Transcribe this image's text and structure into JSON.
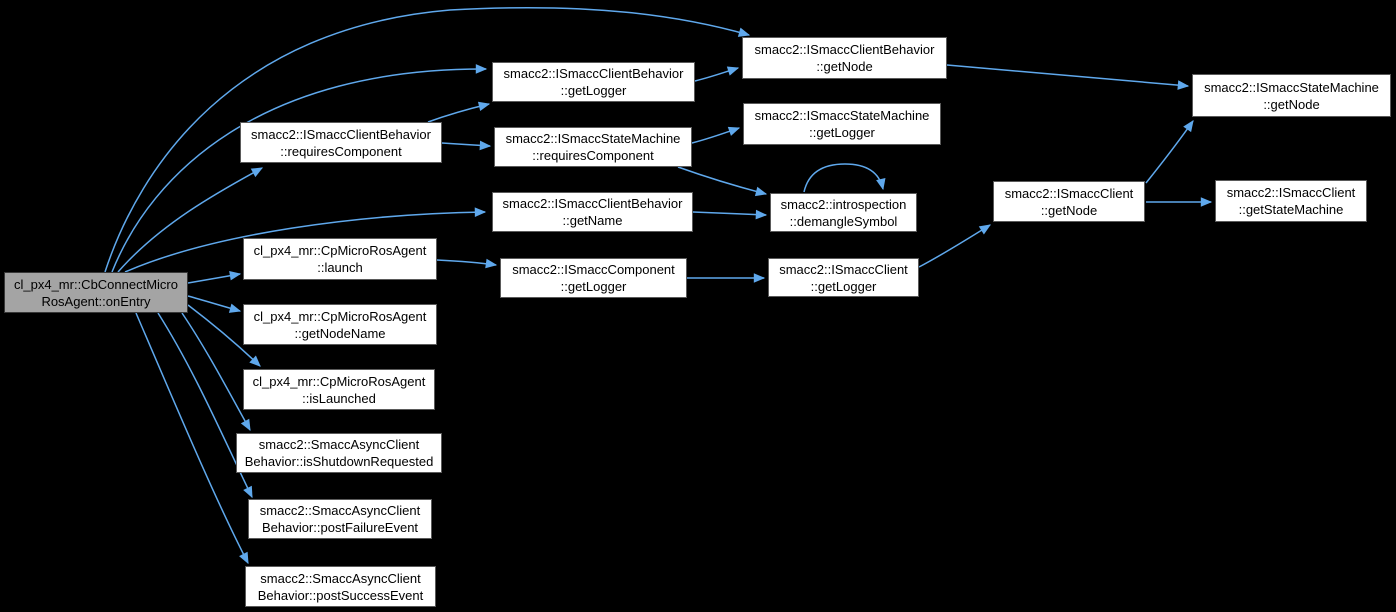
{
  "diagram": {
    "title": "cl_px4_mr::CbConnectMicroRosAgent::onEntry call graph",
    "type": "doxygen-call-graph",
    "colors": {
      "background": "#000000",
      "node_fill": "#ffffff",
      "node_border": "#5a5a5a",
      "root_fill": "#a4a4a4",
      "root_border": "#383838",
      "edge": "#5fa8ec",
      "text": "#000000"
    },
    "nodes": [
      {
        "id": "onEntry",
        "line1": "cl_px4_mr::CbConnectMicro",
        "line2": "RosAgent::onEntry",
        "root": true
      },
      {
        "id": "clientbehavior-requirescomponent",
        "line1": "smacc2::ISmaccClientBehavior",
        "line2": "::requiresComponent"
      },
      {
        "id": "cpmicrorosagent-launch",
        "line1": "cl_px4_mr::CpMicroRosAgent",
        "line2": "::launch"
      },
      {
        "id": "cpmicrorosagent-getnodename",
        "line1": "cl_px4_mr::CpMicroRosAgent",
        "line2": "::getNodeName"
      },
      {
        "id": "cpmicrorosagent-islaunched",
        "line1": "cl_px4_mr::CpMicroRosAgent",
        "line2": "::isLaunched"
      },
      {
        "id": "asyncclient-isshutdownrequested",
        "line1": "smacc2::SmaccAsyncClient",
        "line2": "Behavior::isShutdownRequested"
      },
      {
        "id": "asyncclient-postfailureevent",
        "line1": "smacc2::SmaccAsyncClient",
        "line2": "Behavior::postFailureEvent"
      },
      {
        "id": "asyncclient-postsuccessevent",
        "line1": "smacc2::SmaccAsyncClient",
        "line2": "Behavior::postSuccessEvent"
      },
      {
        "id": "clientbehavior-getlogger",
        "line1": "smacc2::ISmaccClientBehavior",
        "line2": "::getLogger"
      },
      {
        "id": "statemachine-requirescomponent",
        "line1": "smacc2::ISmaccStateMachine",
        "line2": "::requiresComponent"
      },
      {
        "id": "clientbehavior-getname",
        "line1": "smacc2::ISmaccClientBehavior",
        "line2": "::getName"
      },
      {
        "id": "component-getlogger",
        "line1": "smacc2::ISmaccComponent",
        "line2": "::getLogger"
      },
      {
        "id": "clientbehavior-getnode",
        "line1": "smacc2::ISmaccClientBehavior",
        "line2": "::getNode"
      },
      {
        "id": "statemachine-getlogger",
        "line1": "smacc2::ISmaccStateMachine",
        "line2": "::getLogger"
      },
      {
        "id": "introspection-demanglesymbol",
        "line1": "smacc2::introspection",
        "line2": "::demangleSymbol"
      },
      {
        "id": "client-getlogger",
        "line1": "smacc2::ISmaccClient",
        "line2": "::getLogger"
      },
      {
        "id": "client-getnode",
        "line1": "smacc2::ISmaccClient",
        "line2": "::getNode"
      },
      {
        "id": "statemachine-getnode",
        "line1": "smacc2::ISmaccStateMachine",
        "line2": "::getNode"
      },
      {
        "id": "client-getstatemachine",
        "line1": "smacc2::ISmaccClient",
        "line2": "::getStateMachine"
      }
    ],
    "edges": [
      {
        "from": "onEntry",
        "to": "clientbehavior-getnode"
      },
      {
        "from": "onEntry",
        "to": "clientbehavior-getlogger"
      },
      {
        "from": "onEntry",
        "to": "clientbehavior-requirescomponent"
      },
      {
        "from": "onEntry",
        "to": "clientbehavior-getname"
      },
      {
        "from": "onEntry",
        "to": "cpmicrorosagent-launch"
      },
      {
        "from": "onEntry",
        "to": "cpmicrorosagent-getnodename"
      },
      {
        "from": "onEntry",
        "to": "cpmicrorosagent-islaunched"
      },
      {
        "from": "onEntry",
        "to": "asyncclient-isshutdownrequested"
      },
      {
        "from": "onEntry",
        "to": "asyncclient-postfailureevent"
      },
      {
        "from": "onEntry",
        "to": "asyncclient-postsuccessevent"
      },
      {
        "from": "clientbehavior-requirescomponent",
        "to": "clientbehavior-getlogger"
      },
      {
        "from": "clientbehavior-requirescomponent",
        "to": "statemachine-requirescomponent"
      },
      {
        "from": "clientbehavior-getlogger",
        "to": "clientbehavior-getnode"
      },
      {
        "from": "statemachine-requirescomponent",
        "to": "statemachine-getlogger"
      },
      {
        "from": "statemachine-requirescomponent",
        "to": "introspection-demanglesymbol"
      },
      {
        "from": "clientbehavior-getname",
        "to": "introspection-demanglesymbol"
      },
      {
        "from": "component-getlogger",
        "to": "client-getlogger"
      },
      {
        "from": "clientbehavior-getnode",
        "to": "statemachine-getnode"
      },
      {
        "from": "introspection-demanglesymbol",
        "to": "introspection-demanglesymbol"
      },
      {
        "from": "client-getlogger",
        "to": "client-getnode"
      },
      {
        "from": "client-getnode",
        "to": "statemachine-getnode"
      },
      {
        "from": "client-getnode",
        "to": "client-getstatemachine"
      },
      {
        "from": "cpmicrorosagent-launch",
        "to": "component-getlogger"
      }
    ]
  }
}
